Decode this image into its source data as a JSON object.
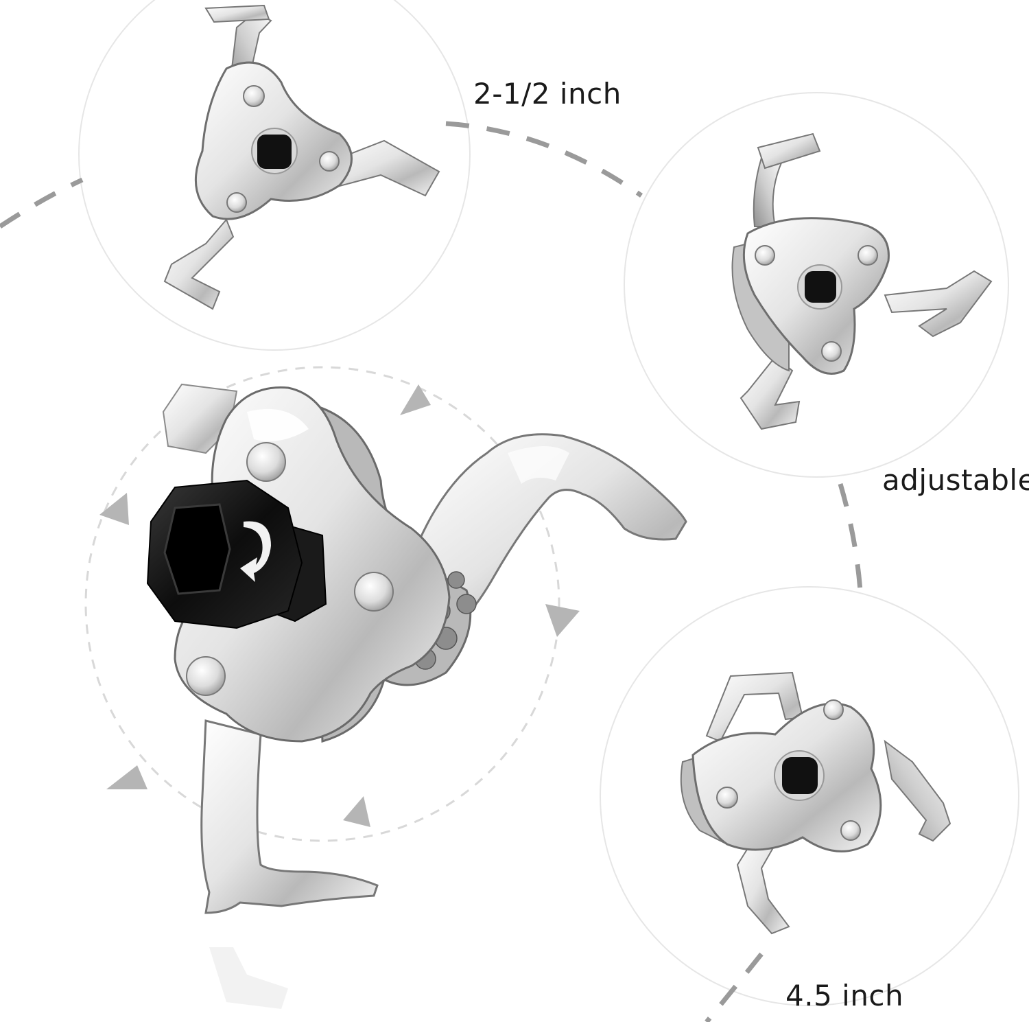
{
  "labels": {
    "small_size": "2-1/2 inch",
    "adjustable": "adjustable",
    "large_size": "4.5 inch"
  },
  "colors": {
    "background": "#ffffff",
    "metal_light": "#f2f2f2",
    "metal_mid": "#c8c8c8",
    "metal_dark": "#8a8a8a",
    "socket_black": "#111111",
    "dash_gray": "#9a9a9a",
    "arrow_gray": "#b5b5b5"
  },
  "icons": {
    "rotation_arrow": "clockwise-arrow-icon"
  }
}
